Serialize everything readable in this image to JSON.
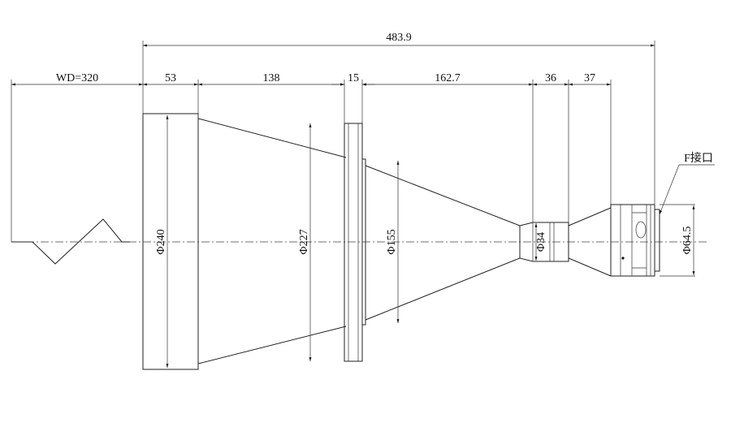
{
  "drawing": {
    "overall_length": "483.9",
    "working_distance": "WD=320",
    "segments": [
      "53",
      "138",
      "15",
      "162.7",
      "36",
      "37"
    ],
    "diameters": [
      "Φ240",
      "Φ227",
      "Φ155",
      "Φ34",
      "Φ64.5"
    ],
    "mount_label": "F接口"
  }
}
